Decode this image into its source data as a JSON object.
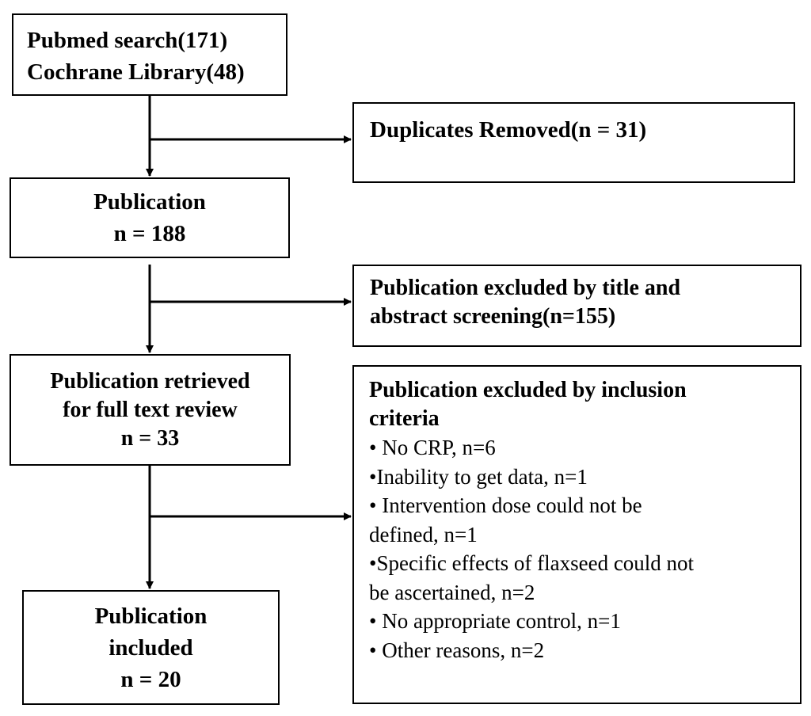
{
  "flow": {
    "search_box": {
      "lines": [
        "Pubmed search(171)",
        "Cochrane Library(48)"
      ]
    },
    "duplicates_box": {
      "text": "Duplicates Removed(n = 31)"
    },
    "publication_box": {
      "lines": [
        "Publication",
        "n = 188"
      ]
    },
    "title_exclusion_box": {
      "lines": [
        "Publication excluded by title and",
        "abstract screening(n=155)"
      ]
    },
    "fulltext_box": {
      "lines": [
        "Publication retrieved",
        "for  full text review",
        "n = 33"
      ]
    },
    "inclusion_exclusion_box": {
      "heading_lines": [
        "Publication excluded by inclusion",
        "criteria"
      ],
      "items": [
        "• No CRP, n=6",
        "•Inability to get data, n=1",
        "• Intervention dose could not be",
        "defined, n=1",
        "•Specific effects of flaxseed could not",
        "be ascertained, n=2",
        "• No appropriate  control, n=1",
        "• Other reasons,  n=2"
      ]
    },
    "included_box": {
      "lines": [
        "Publication",
        "included",
        "n = 20"
      ]
    }
  },
  "colors": {
    "stroke": "#000000",
    "background": "#ffffff"
  }
}
